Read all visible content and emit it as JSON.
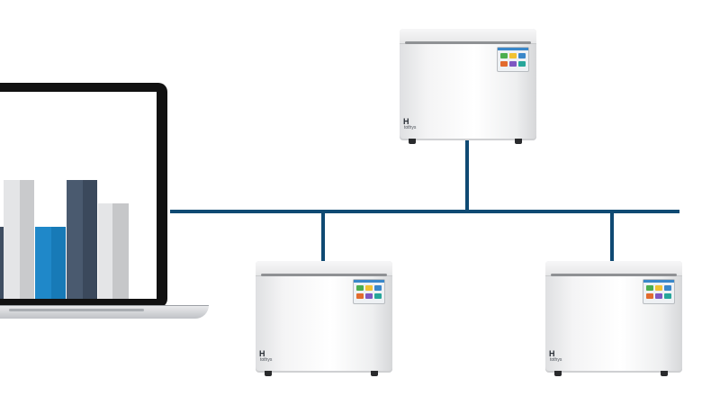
{
  "devices": [
    {
      "brand": "H",
      "sub": "tothys"
    },
    {
      "brand": "H",
      "sub": "tothys"
    },
    {
      "brand": "H",
      "sub": "tothys"
    }
  ],
  "laptop_chart_colors": [
    "#3e4d61",
    "#d8d9db",
    "#1f88c9",
    "#4a5a6f",
    "#c8c9cb"
  ],
  "network_line_color": "#0f4a73",
  "panel_tile_colors": [
    "#4cae4f",
    "#f1c232",
    "#3a87c9",
    "#e26b2e",
    "#7e57c2",
    "#26a69a"
  ]
}
